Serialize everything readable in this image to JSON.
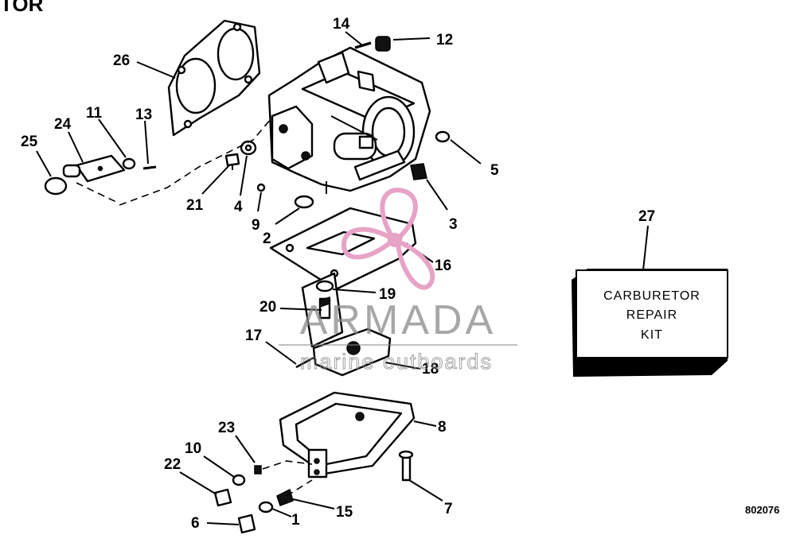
{
  "title_fragment": "TOR",
  "drawing_number": "802076",
  "repair_kit": {
    "callout": "27",
    "lines": [
      "CARBURETOR",
      "REPAIR",
      "KIT"
    ]
  },
  "watermark": {
    "word": "ARMADA",
    "subtitle": "marine outboards",
    "accent_color": "#e7a3c6"
  },
  "callouts": [
    "1",
    "2",
    "3",
    "4",
    "5",
    "6",
    "7",
    "8",
    "9",
    "10",
    "11",
    "12",
    "13",
    "14",
    "15",
    "16",
    "17",
    "18",
    "19",
    "20",
    "21",
    "22",
    "23",
    "24",
    "25",
    "26"
  ]
}
